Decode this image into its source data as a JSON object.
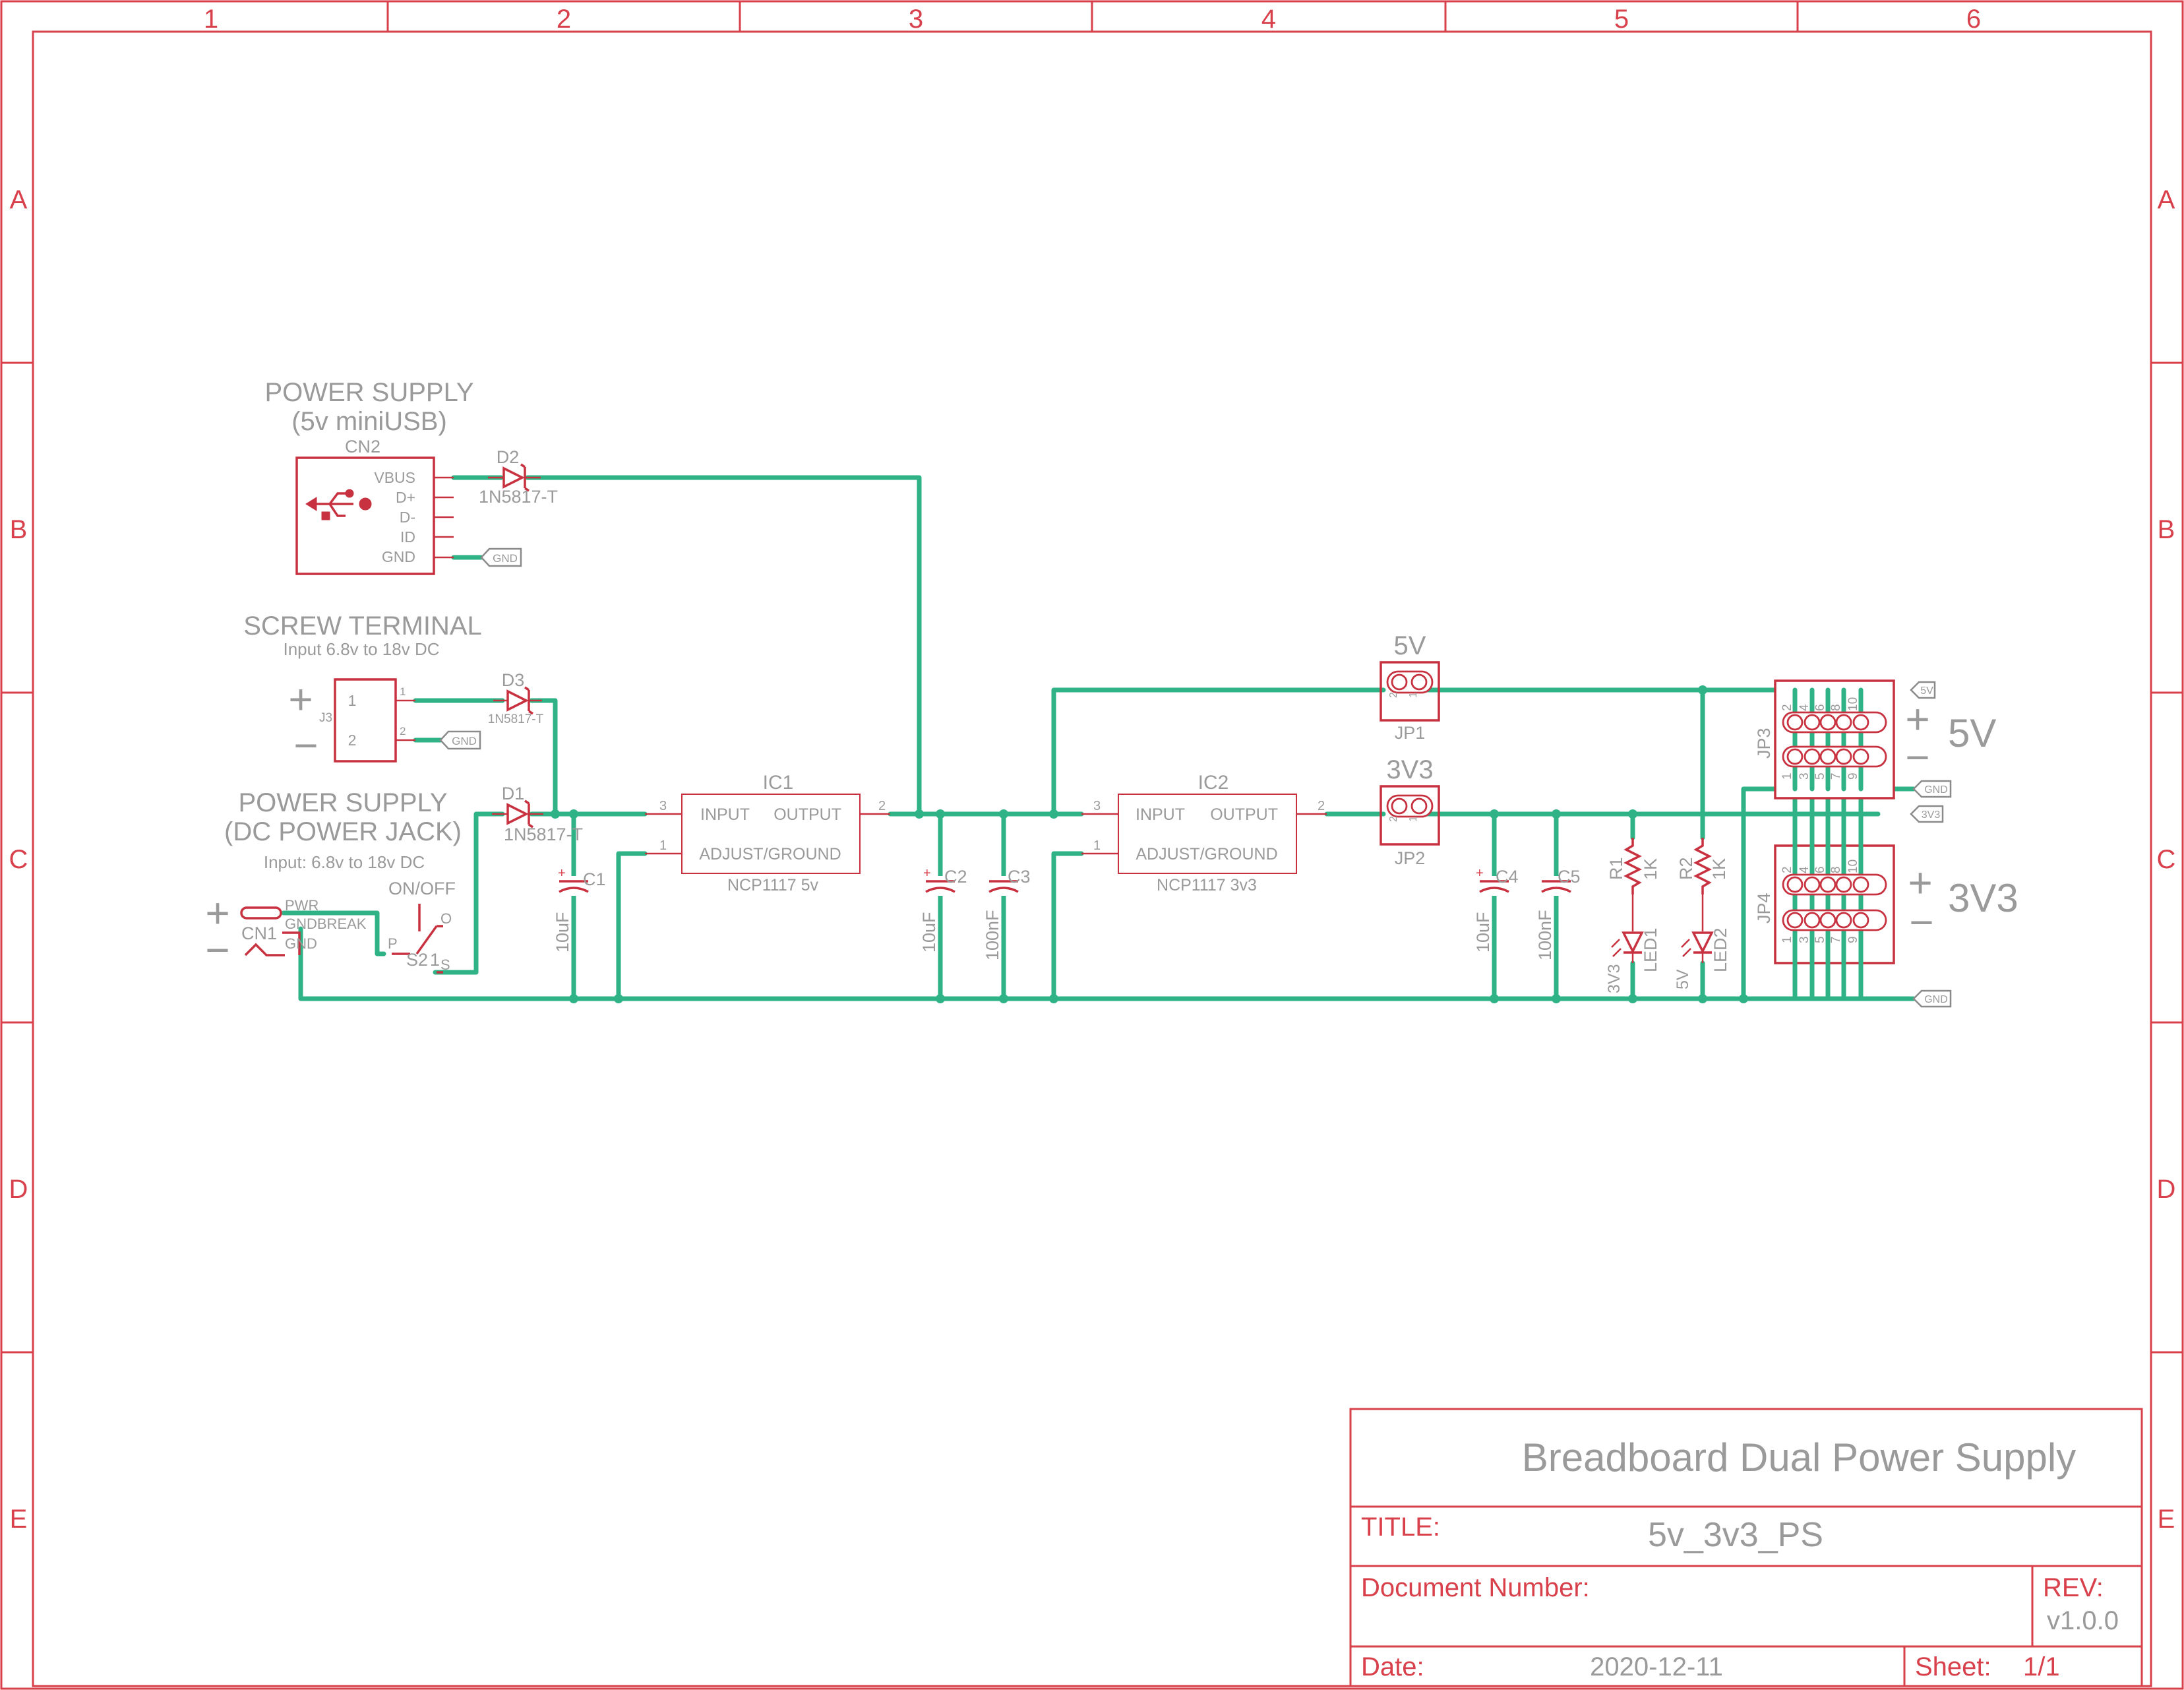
{
  "frame": {
    "columns": [
      "1",
      "2",
      "3",
      "4",
      "5",
      "6"
    ],
    "rows": [
      "A",
      "B",
      "C",
      "D",
      "E"
    ]
  },
  "sections": {
    "usb_title": "POWER SUPPLY",
    "usb_subtitle": "(5v miniUSB)",
    "screw_title": "SCREW TERMINAL",
    "screw_subtitle": "Input 6.8v to 18v DC",
    "jack_title": "POWER SUPPLY",
    "jack_subtitle": "(DC POWER JACK)",
    "jack_note": "Input: 6.8v to 18v DC"
  },
  "parts": {
    "cn2": {
      "ref": "CN2",
      "pins": [
        "VBUS",
        "D+",
        "D-",
        "ID",
        "GND"
      ]
    },
    "d2": {
      "ref": "D2",
      "value": "1N5817-T"
    },
    "d3": {
      "ref": "D3",
      "value": "1N5817-T"
    },
    "d1": {
      "ref": "D1",
      "value": "1N5817-T"
    },
    "j3": {
      "ref": "J3",
      "pin1": "1",
      "pin2": "2",
      "pad1": "1",
      "pad2": "2"
    },
    "cn1": {
      "ref": "CN1",
      "pins": [
        "PWR",
        "GNDBREAK",
        "GND"
      ]
    },
    "s2": {
      "ref": "S2",
      "ref_suffix": "1",
      "label": "ON/OFF",
      "p": "P",
      "o": "O",
      "s": "S"
    },
    "ic1": {
      "ref": "IC1",
      "value": "NCP1117 5v",
      "input": "INPUT",
      "output": "OUTPUT",
      "adj": "ADJUST/GROUND",
      "pin_in": "3",
      "pin_out": "2",
      "pin_adj": "1"
    },
    "ic2": {
      "ref": "IC2",
      "value": "NCP1117 3v3",
      "input": "INPUT",
      "output": "OUTPUT",
      "adj": "ADJUST/GROUND",
      "pin_in": "3",
      "pin_out": "2",
      "pin_adj": "1"
    },
    "c1": {
      "ref": "C1",
      "value": "10uF"
    },
    "c2": {
      "ref": "C2",
      "value": "10uF"
    },
    "c3": {
      "ref": "C3",
      "value": "100nF"
    },
    "c4": {
      "ref": "C4",
      "value": "10uF"
    },
    "c5": {
      "ref": "C5",
      "value": "100nF"
    },
    "r1": {
      "ref": "R1",
      "value": "1K"
    },
    "r2": {
      "ref": "R2",
      "value": "1K"
    },
    "led1": {
      "ref": "LED1",
      "value": "3V3"
    },
    "led2": {
      "ref": "LED2",
      "value": "5V"
    },
    "jp1": {
      "ref": "JP1",
      "label": "5V",
      "pin1": "1",
      "pin2": "2"
    },
    "jp2": {
      "ref": "JP2",
      "label": "3V3",
      "pin1": "1",
      "pin2": "2"
    },
    "jp3": {
      "ref": "JP3",
      "rail": "5V",
      "top_pins": [
        "2",
        "4",
        "6",
        "8",
        "10"
      ],
      "bottom_pins": [
        "1",
        "3",
        "5",
        "7",
        "9"
      ]
    },
    "jp4": {
      "ref": "JP4",
      "rail": "3V3",
      "top_pins": [
        "2",
        "4",
        "6",
        "8",
        "10"
      ],
      "bottom_pins": [
        "1",
        "3",
        "5",
        "7",
        "9"
      ]
    }
  },
  "flags": {
    "gnd": "GND",
    "v5": "5V",
    "v3": "3V3"
  },
  "symbols": {
    "plus": "+",
    "minus": "−"
  },
  "title_block": {
    "project": "Breadboard Dual Power Supply",
    "title_label": "TITLE:",
    "title_value": "5v_3v3_PS",
    "docnum_label": "Document Number:",
    "rev_label": "REV:",
    "rev_value": "v1.0.0",
    "date_label": "Date:",
    "date_value": "2020-12-11",
    "sheet_label": "Sheet:",
    "sheet_value": "1/1"
  },
  "colors": {
    "frame": "#d8404b",
    "symbol": "#c8313f",
    "wire": "#2fb386",
    "text": "#9a9a9a"
  }
}
